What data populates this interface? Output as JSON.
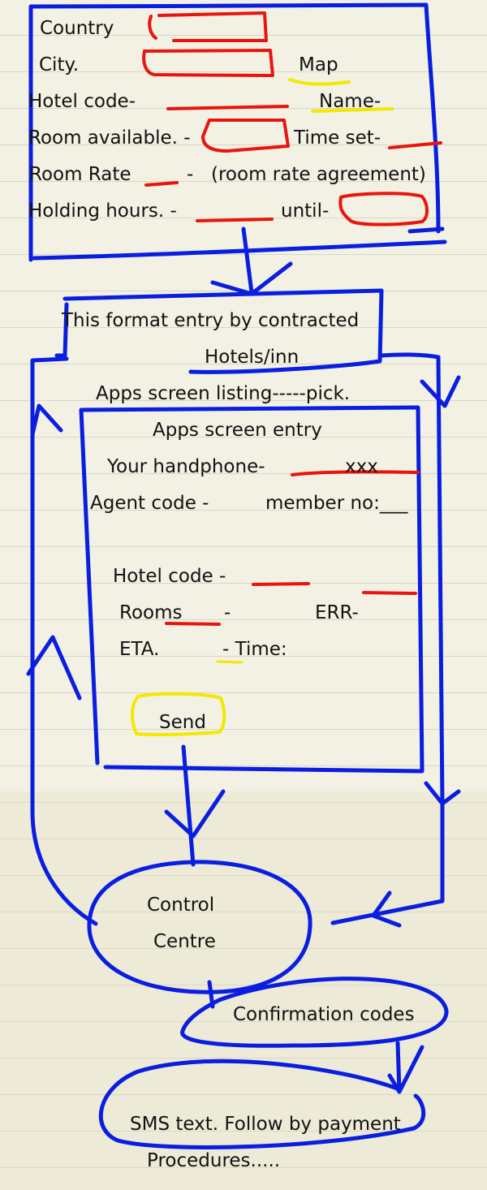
{
  "hotel_form": {
    "country_label": "Country",
    "city_label": "City.",
    "map_label": "Map",
    "hotel_code_label": "Hotel code-",
    "name_label": "Name-",
    "room_available_label": "Room available.  -",
    "time_set_label": "Time set-",
    "room_rate_label": "Room Rate",
    "room_rate_dash": "-",
    "room_rate_note": "(room rate agreement)",
    "holding_hours_label": "Holding hours. -",
    "until_label": "until-"
  },
  "contract_box": {
    "line1": "This format entry by contracted",
    "line2": "Hotels/inn"
  },
  "listing_caption": "Apps screen listing-----pick.",
  "app_entry": {
    "title": "Apps screen entry",
    "handphone_label": "Your handphone-",
    "handphone_value": "xxx",
    "agent_code_label": "Agent code -",
    "member_label": "member no:___",
    "hotel_code_label": "Hotel code -",
    "rooms_label": "Rooms",
    "rooms_dash": "-",
    "err_label": "ERR-",
    "eta_label": "ETA.",
    "time_label": "- Time:",
    "send_label": "Send"
  },
  "control_centre": {
    "line1": "Control",
    "line2": "Centre"
  },
  "confirmation_label": "Confirmation codes",
  "sms_node": {
    "line1": "SMS text. Follow by payment",
    "line2": "Procedures....."
  },
  "colors": {
    "ink_blue": "#0a1ee0",
    "ink_red": "#e8150f",
    "ink_yellow": "#f2e800",
    "paper": "#f3f1e4",
    "rule_line": "#d9d6c4"
  }
}
